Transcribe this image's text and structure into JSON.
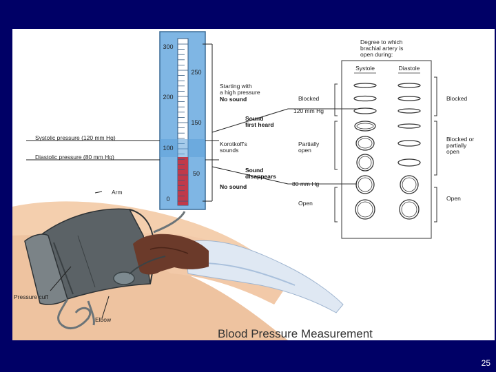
{
  "gauge": {
    "ticks_left": [
      "300",
      "200",
      "100",
      "0"
    ],
    "ticks_right": [
      "250",
      "150",
      "50"
    ]
  },
  "left_labels": {
    "systolic": "Systolic pressure (120 mm Hg)",
    "diastolic": "Diastolic pressure (80 mm Hg)",
    "arm": "Arm",
    "cuff": "Pressure cuff",
    "elbow": "Elbow"
  },
  "annotations": {
    "start_line1": "Starting with",
    "start_line2": "a high pressure",
    "no_sound_top": "No sound",
    "first_heard_1": "Sound",
    "first_heard_2": "first heard",
    "korotkoff_1": "Korotkoff's",
    "korotkoff_2": "sounds",
    "disappears_1": "Sound",
    "disappears_2": "disappears",
    "no_sound_bottom": "No sound"
  },
  "artery_panel": {
    "header_1": "Degree to which",
    "header_2": "brachial artery is",
    "header_3": "open during:",
    "col_systole": "Systole",
    "col_diastole": "Diastole",
    "left_blocked": "Blocked",
    "mmhg_120": "120 mm Hg",
    "partially_1": "Partially",
    "partially_2": "open",
    "mmhg_80": "80 mm Hg",
    "left_open": "Open",
    "right_blocked": "Blocked",
    "right_bp_1": "Blocked or",
    "right_bp_2": "partially",
    "right_bp_3": "open",
    "right_open": "Open"
  },
  "caption": "Blood Pressure Measurement",
  "slide_number": "25",
  "colors": {
    "slide_bg": "#000066",
    "gauge_blue": "#7fb6e4",
    "mercury_red": "#c03a4a",
    "cuff_gray": "#5b6266",
    "skin": "#f4cfae"
  }
}
